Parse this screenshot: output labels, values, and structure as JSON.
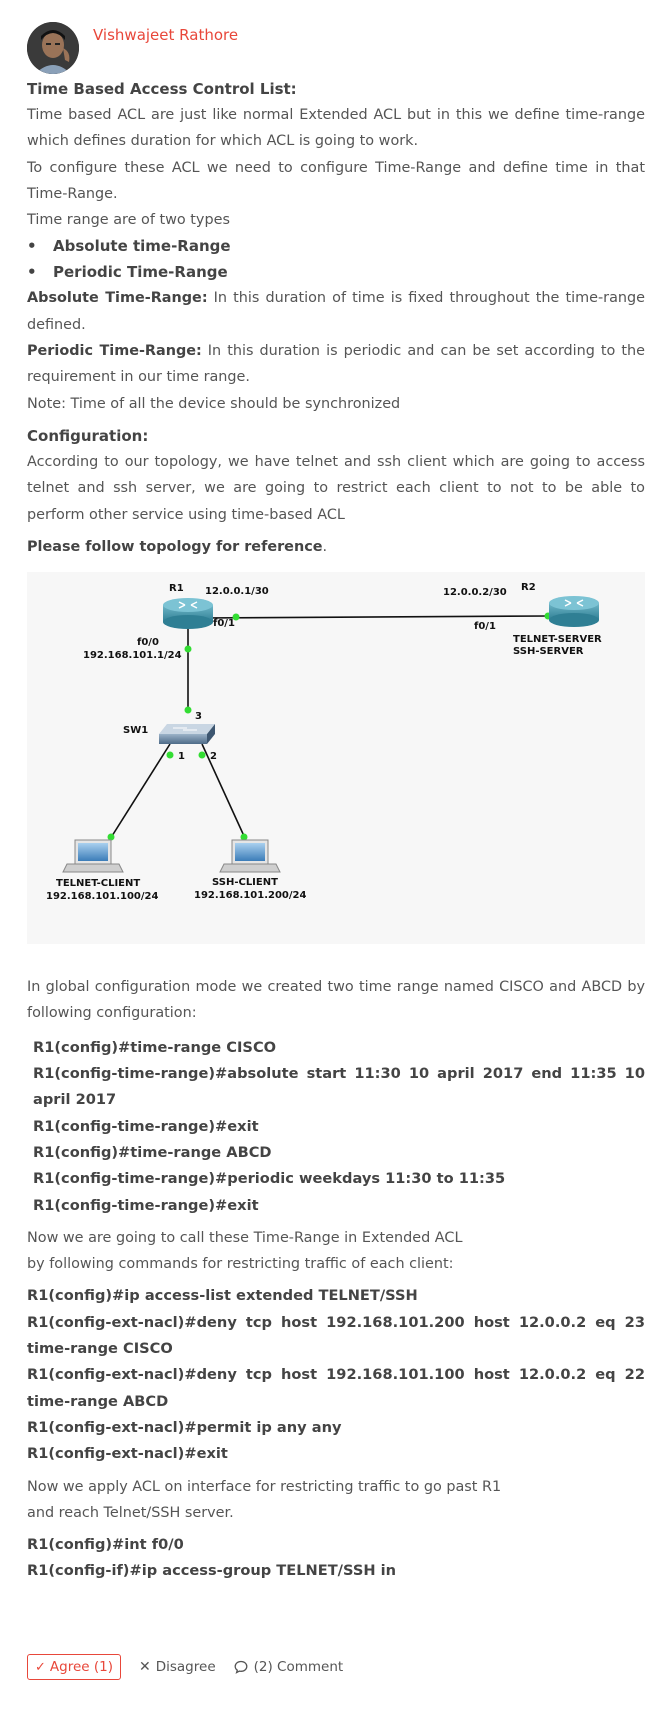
{
  "author": {
    "name": "Vishwajeet Rathore"
  },
  "content": {
    "title": "Time Based Access Control List:",
    "intro_p1": "Time based ACL are just like normal Extended ACL but in this we define time-range which defines duration for which ACL is going to work.",
    "intro_p2": "To configure these ACL we need to configure Time-Range and define time in that Time-Range.",
    "types_intro": "Time range are of two types",
    "types": [
      "Absolute time-Range",
      "Periodic Time-Range"
    ],
    "absolute_term": "Absolute Time-Range:",
    "absolute_desc": " In this duration of time is fixed throughout the time-range defined.",
    "periodic_term": "Periodic Time-Range:",
    "periodic_desc": " In this duration is periodic and can be set according to the requirement in our time range.",
    "note": "Note: Time of all the device should be synchronized",
    "config_heading": "Configuration:",
    "config_desc": "According to our topology, we have telnet and ssh client which are going to access telnet and ssh server, we are going to restrict each client to not to be able to perform other service using time-based ACL",
    "topology_ref_bold": "Please follow topology for reference",
    "topology_ref_end": ".",
    "global_intro": "In global configuration mode we created two time range named CISCO and ABCD by following configuration:",
    "time_range_cmds": [
      "R1(config)#time-range CISCO",
      "R1(config-time-range)#absolute start 11:30 10 april 2017 end 11:35 10 april 2017",
      "R1(config-time-range)#exit",
      "R1(config)#time-range ABCD",
      "R1(config-time-range)#periodic weekdays 11:30 to 11:35",
      "R1(config-time-range)#exit"
    ],
    "acl_intro_1": "Now we are going to call these Time-Range in Extended ACL",
    "acl_intro_2": "by following commands for restricting traffic of each client:",
    "acl_cmds": [
      "R1(config)#ip access-list extended TELNET/SSH",
      "R1(config-ext-nacl)#deny tcp host 192.168.101.200 host 12.0.0.2 eq 23 time-range CISCO",
      "R1(config-ext-nacl)#deny tcp host 192.168.101.100 host 12.0.0.2 eq 22 time-range ABCD",
      "R1(config-ext-nacl)#permit ip any any",
      "R1(config-ext-nacl)#exit"
    ],
    "apply_intro_1": "Now we apply ACL on interface for restricting traffic to go past R1",
    "apply_intro_2": "and reach Telnet/SSH server.",
    "apply_cmds": [
      "R1(config)#int f0/0",
      "R1(config-if)#ip access-group TELNET/SSH in"
    ]
  },
  "topology": {
    "r1": "R1",
    "r2": "R2",
    "sw1": "SW1",
    "r1_wan_ip": "12.0.0.1/30",
    "r2_wan_ip": "12.0.0.2/30",
    "r1_wan_if": "f0/1",
    "r2_wan_if": "f0/1",
    "r1_lan_if": "f0/0",
    "r1_lan_ip": "192.168.101.1/24",
    "r2_role_1": "TELNET-SERVER",
    "r2_role_2": "SSH-SERVER",
    "sw_port_up": "3",
    "sw_port_1": "1",
    "sw_port_2": "2",
    "telnet_client": "TELNET-CLIENT",
    "telnet_client_ip": "192.168.101.100/24",
    "ssh_client": "SSH-CLIENT",
    "ssh_client_ip": "192.168.101.200/24"
  },
  "actions": {
    "agree": "Agree (1)",
    "disagree": "Disagree",
    "comment": "(2) Comment"
  },
  "colors": {
    "accent": "#e8473a",
    "text": "#555555",
    "link_dot": "#33dd33"
  }
}
